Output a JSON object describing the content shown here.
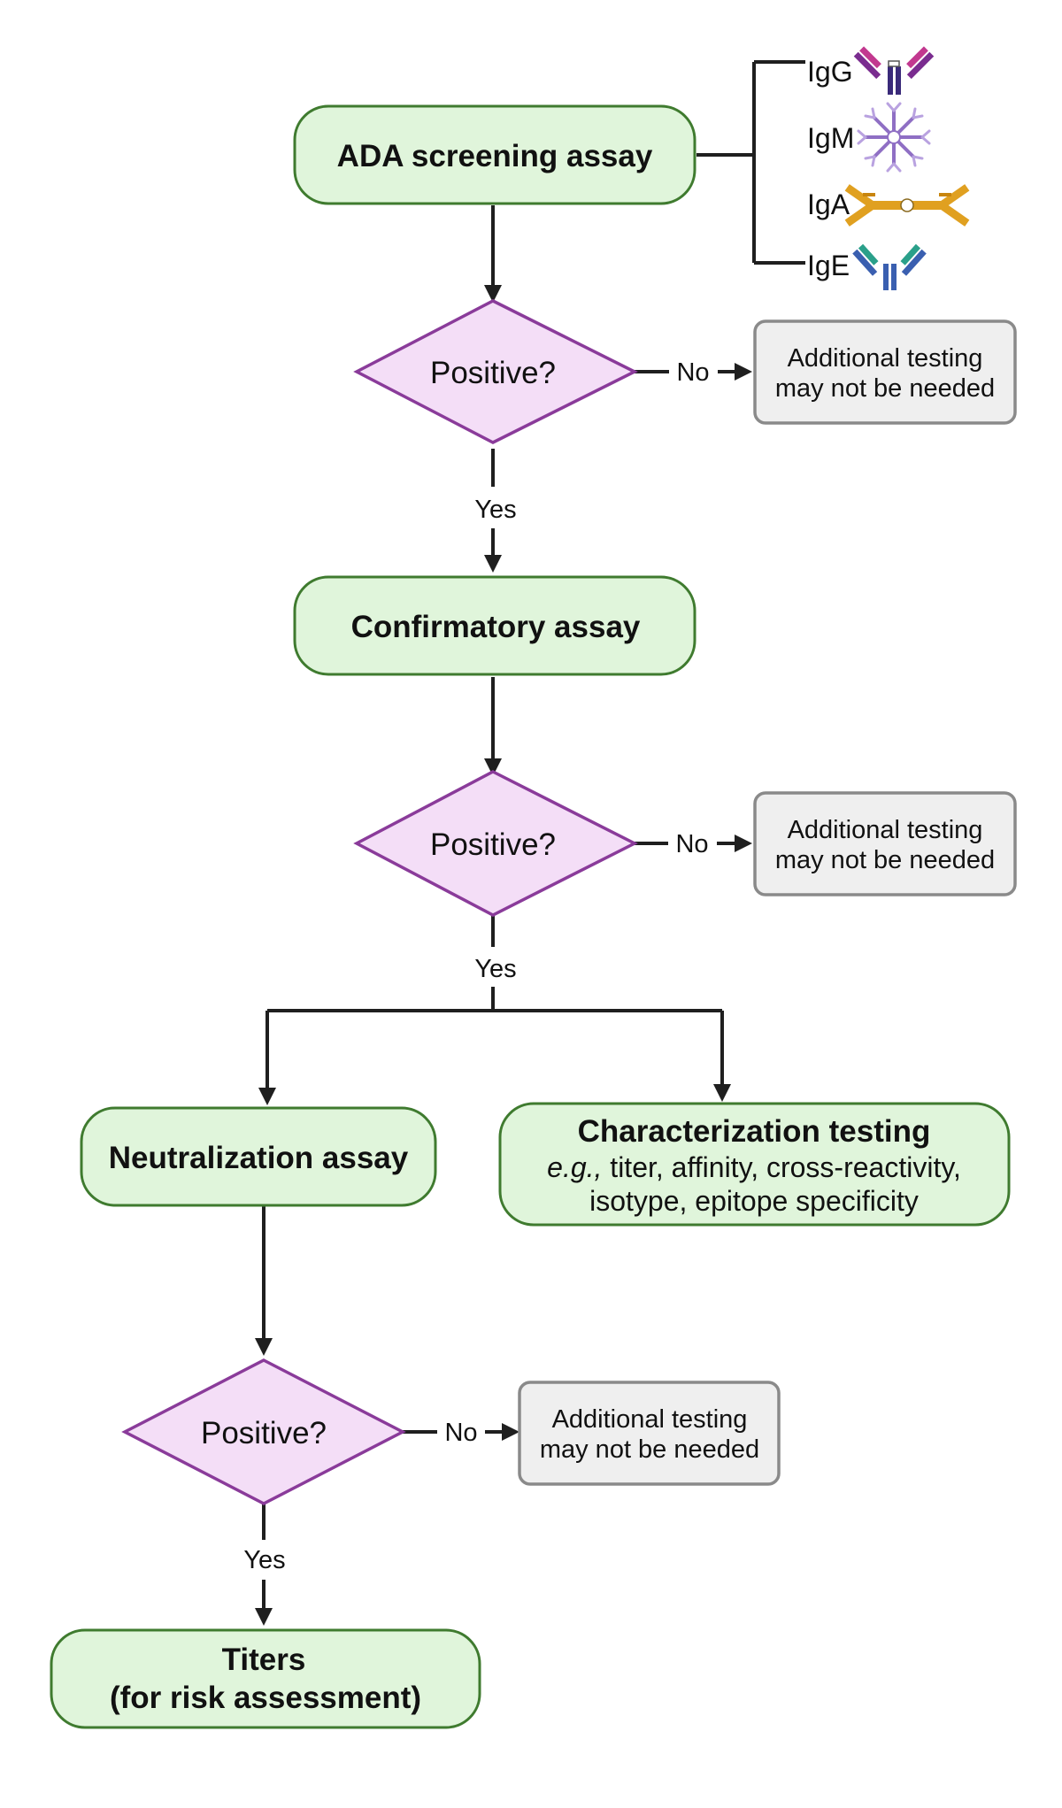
{
  "nodes": {
    "screening": {
      "label": "ADA screening assay"
    },
    "confirmatory": {
      "label": "Confirmatory assay"
    },
    "neutralization": {
      "label": "Neutralization assay"
    },
    "characterization": {
      "title": "Characterization testing",
      "detail_prefix": "e.g.,",
      "detail_line1": " titer, affinity, cross-reactivity,",
      "detail_line2": "isotype, epitope specificity"
    },
    "titers": {
      "line1": "Titers",
      "line2": "(for risk assessment)"
    }
  },
  "decisions": [
    {
      "label": "Positive?"
    },
    {
      "label": "Positive?"
    },
    {
      "label": "Positive?"
    }
  ],
  "branch_labels": {
    "yes": "Yes",
    "no": "No"
  },
  "outcome": {
    "line1": "Additional testing",
    "line2": "may not be needed"
  },
  "isotypes": [
    {
      "label": "IgG",
      "icon": "igg-antibody-icon",
      "colors": [
        "#7a2c8f",
        "#c2388f",
        "#3a2a7a"
      ]
    },
    {
      "label": "IgM",
      "icon": "igm-antibody-icon",
      "colors": [
        "#8f6fc4",
        "#b9a2e0"
      ]
    },
    {
      "label": "IgA",
      "icon": "iga-antibody-icon",
      "colors": [
        "#e0a020",
        "#c8850e"
      ]
    },
    {
      "label": "IgE",
      "icon": "ige-antibody-icon",
      "colors": [
        "#3a5fb0",
        "#2aa08a"
      ]
    }
  ],
  "colors": {
    "process_fill": "#e0f5db",
    "process_stroke": "#3f7b2f",
    "decision_fill": "#f4def7",
    "decision_stroke": "#8a3b9a",
    "outcome_fill": "#efefef",
    "outcome_stroke": "#8a8a8a"
  }
}
